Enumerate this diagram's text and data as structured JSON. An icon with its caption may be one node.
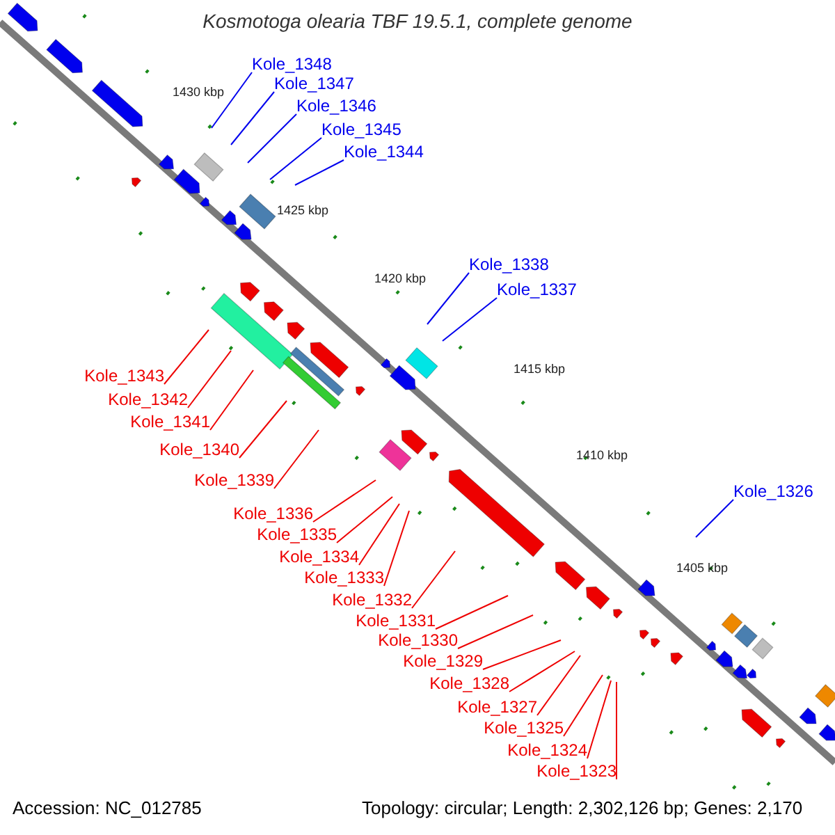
{
  "diagram": {
    "title": "Kosmotoga olearia TBF 19.5.1, complete genome",
    "nodes": [
      {
        "text": [
          "Kole_1348"
        ]
      },
      {
        "text": [
          "Kole_1347"
        ]
      },
      {
        "text": [
          "Kole_1346"
        ]
      },
      {
        "text": [
          "Kole_1345"
        ]
      },
      {
        "text": [
          "Kole_1344"
        ]
      },
      {
        "text": [
          "Kole_1338"
        ]
      },
      {
        "text": [
          "Kole_1337"
        ]
      },
      {
        "text": [
          "Kole_1326"
        ]
      },
      {
        "text": [
          "Kole_1343"
        ]
      },
      {
        "text": [
          "Kole_1342"
        ]
      },
      {
        "text": [
          "Kole_1341"
        ]
      },
      {
        "text": [
          "Kole_1340"
        ]
      },
      {
        "text": [
          "Kole_1339"
        ]
      },
      {
        "text": [
          "Kole_1336"
        ]
      },
      {
        "text": [
          "Kole_1335"
        ]
      },
      {
        "text": [
          "Kole_1334"
        ]
      },
      {
        "text": [
          "Kole_1333"
        ]
      },
      {
        "text": [
          "Kole_1332"
        ]
      },
      {
        "text": [
          "Kole_1331"
        ]
      },
      {
        "text": [
          "Kole_1330"
        ]
      },
      {
        "text": [
          "Kole_1329"
        ]
      },
      {
        "text": [
          "Kole_1328"
        ]
      },
      {
        "text": [
          "Kole_1327"
        ]
      },
      {
        "text": [
          "Kole_1325"
        ]
      },
      {
        "text": [
          "Kole_1324"
        ]
      },
      {
        "text": [
          "Kole_1323"
        ]
      }
    ],
    "edges": [
      {
        "from": 0,
        "to": null,
        "arrow": "none",
        "color": "#0000ee"
      },
      {
        "from": 1,
        "to": null,
        "arrow": "none",
        "color": "#0000ee"
      },
      {
        "from": 2,
        "to": null,
        "arrow": "none",
        "color": "#0000ee"
      },
      {
        "from": 3,
        "to": null,
        "arrow": "none",
        "color": "#0000ee"
      },
      {
        "from": 4,
        "to": null,
        "arrow": "none",
        "color": "#0000ee"
      },
      {
        "from": 5,
        "to": null,
        "arrow": "none",
        "color": "#0000ee"
      },
      {
        "from": 6,
        "to": null,
        "arrow": "none",
        "color": "#0000ee"
      },
      {
        "from": 7,
        "to": null,
        "arrow": "none",
        "color": "#0000ee"
      },
      {
        "from": 8,
        "to": null,
        "arrow": "none"
      },
      {
        "from": 9,
        "to": null,
        "arrow": "none"
      },
      {
        "from": 10,
        "to": null,
        "arrow": "none"
      },
      {
        "from": 11,
        "to": null,
        "arrow": "none"
      },
      {
        "from": 12,
        "to": null,
        "arrow": "none"
      },
      {
        "from": 13,
        "to": null,
        "arrow": "none"
      },
      {
        "from": 14,
        "to": null,
        "arrow": "none"
      },
      {
        "from": 15,
        "to": null,
        "arrow": "none"
      },
      {
        "from": 16,
        "to": null,
        "arrow": "none"
      },
      {
        "from": 17,
        "to": null,
        "arrow": "none"
      },
      {
        "from": 18,
        "to": null,
        "arrow": "none"
      },
      {
        "from": 19,
        "to": null,
        "arrow": "none"
      },
      {
        "from": 20,
        "to": null,
        "arrow": "none"
      },
      {
        "from": 21,
        "to": null,
        "arrow": "none"
      },
      {
        "from": 22,
        "to": null,
        "arrow": "none"
      },
      {
        "from": 23,
        "to": null,
        "arrow": "none"
      },
      {
        "from": 24,
        "to": null,
        "arrow": "none"
      },
      {
        "from": 25,
        "to": null,
        "arrow": "none"
      }
    ],
    "labels": [
      "1430 kbp",
      "1425 kbp",
      "1420 kbp",
      "1415 kbp",
      "1410 kbp",
      "1405 kbp",
      "Accession: NC_012785",
      "Topology: circular; Length: 2,302,126 bp; Genes: 2,170"
    ]
  }
}
